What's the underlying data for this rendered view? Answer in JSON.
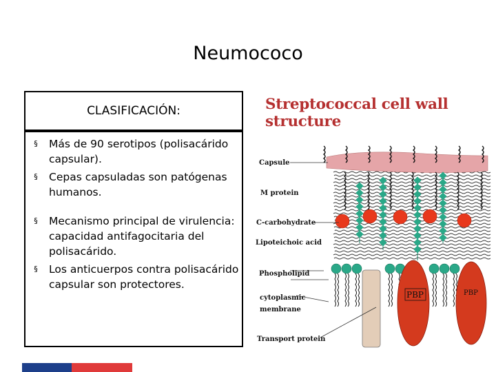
{
  "title": "Neumococo",
  "box": {
    "heading": "CLASIFICACIÓN:",
    "bullets": [
      "Más de 90 serotipos (polisacárido capsular).",
      "Cepas capsuladas son patógenas humanos.",
      "Mecanismo principal de virulencia: capacidad antifagocitaria del polisacárido.",
      "Los anticuerpos contra polisacárido capsular son protectores."
    ],
    "bullet_symbol": "§"
  },
  "diagram": {
    "title": "Streptococcal cell wall structure",
    "labels": {
      "capsule": "Capsule",
      "m_protein": "M protein",
      "c_carbohydrate": "C-carbohydrate",
      "lipoteichoic_acid": "Lipoteichoic acid",
      "phospholipid": "Phospholipid",
      "cytoplasmic_1": "cytoplasmic",
      "cytoplasmic_2": "membrane",
      "transport_protein": "Transport protein",
      "pbp_1": "PBP",
      "pbp_2": "PBP"
    },
    "colors": {
      "title": "#b53030",
      "capsule": "#e5a5a8",
      "teal": "#2aa888",
      "red": "#e8381c",
      "pbp": "#d43a1e",
      "transport": "#e3cdb8"
    }
  },
  "footer": {
    "colors": [
      "#1d3f8a",
      "#e03a3a"
    ]
  }
}
